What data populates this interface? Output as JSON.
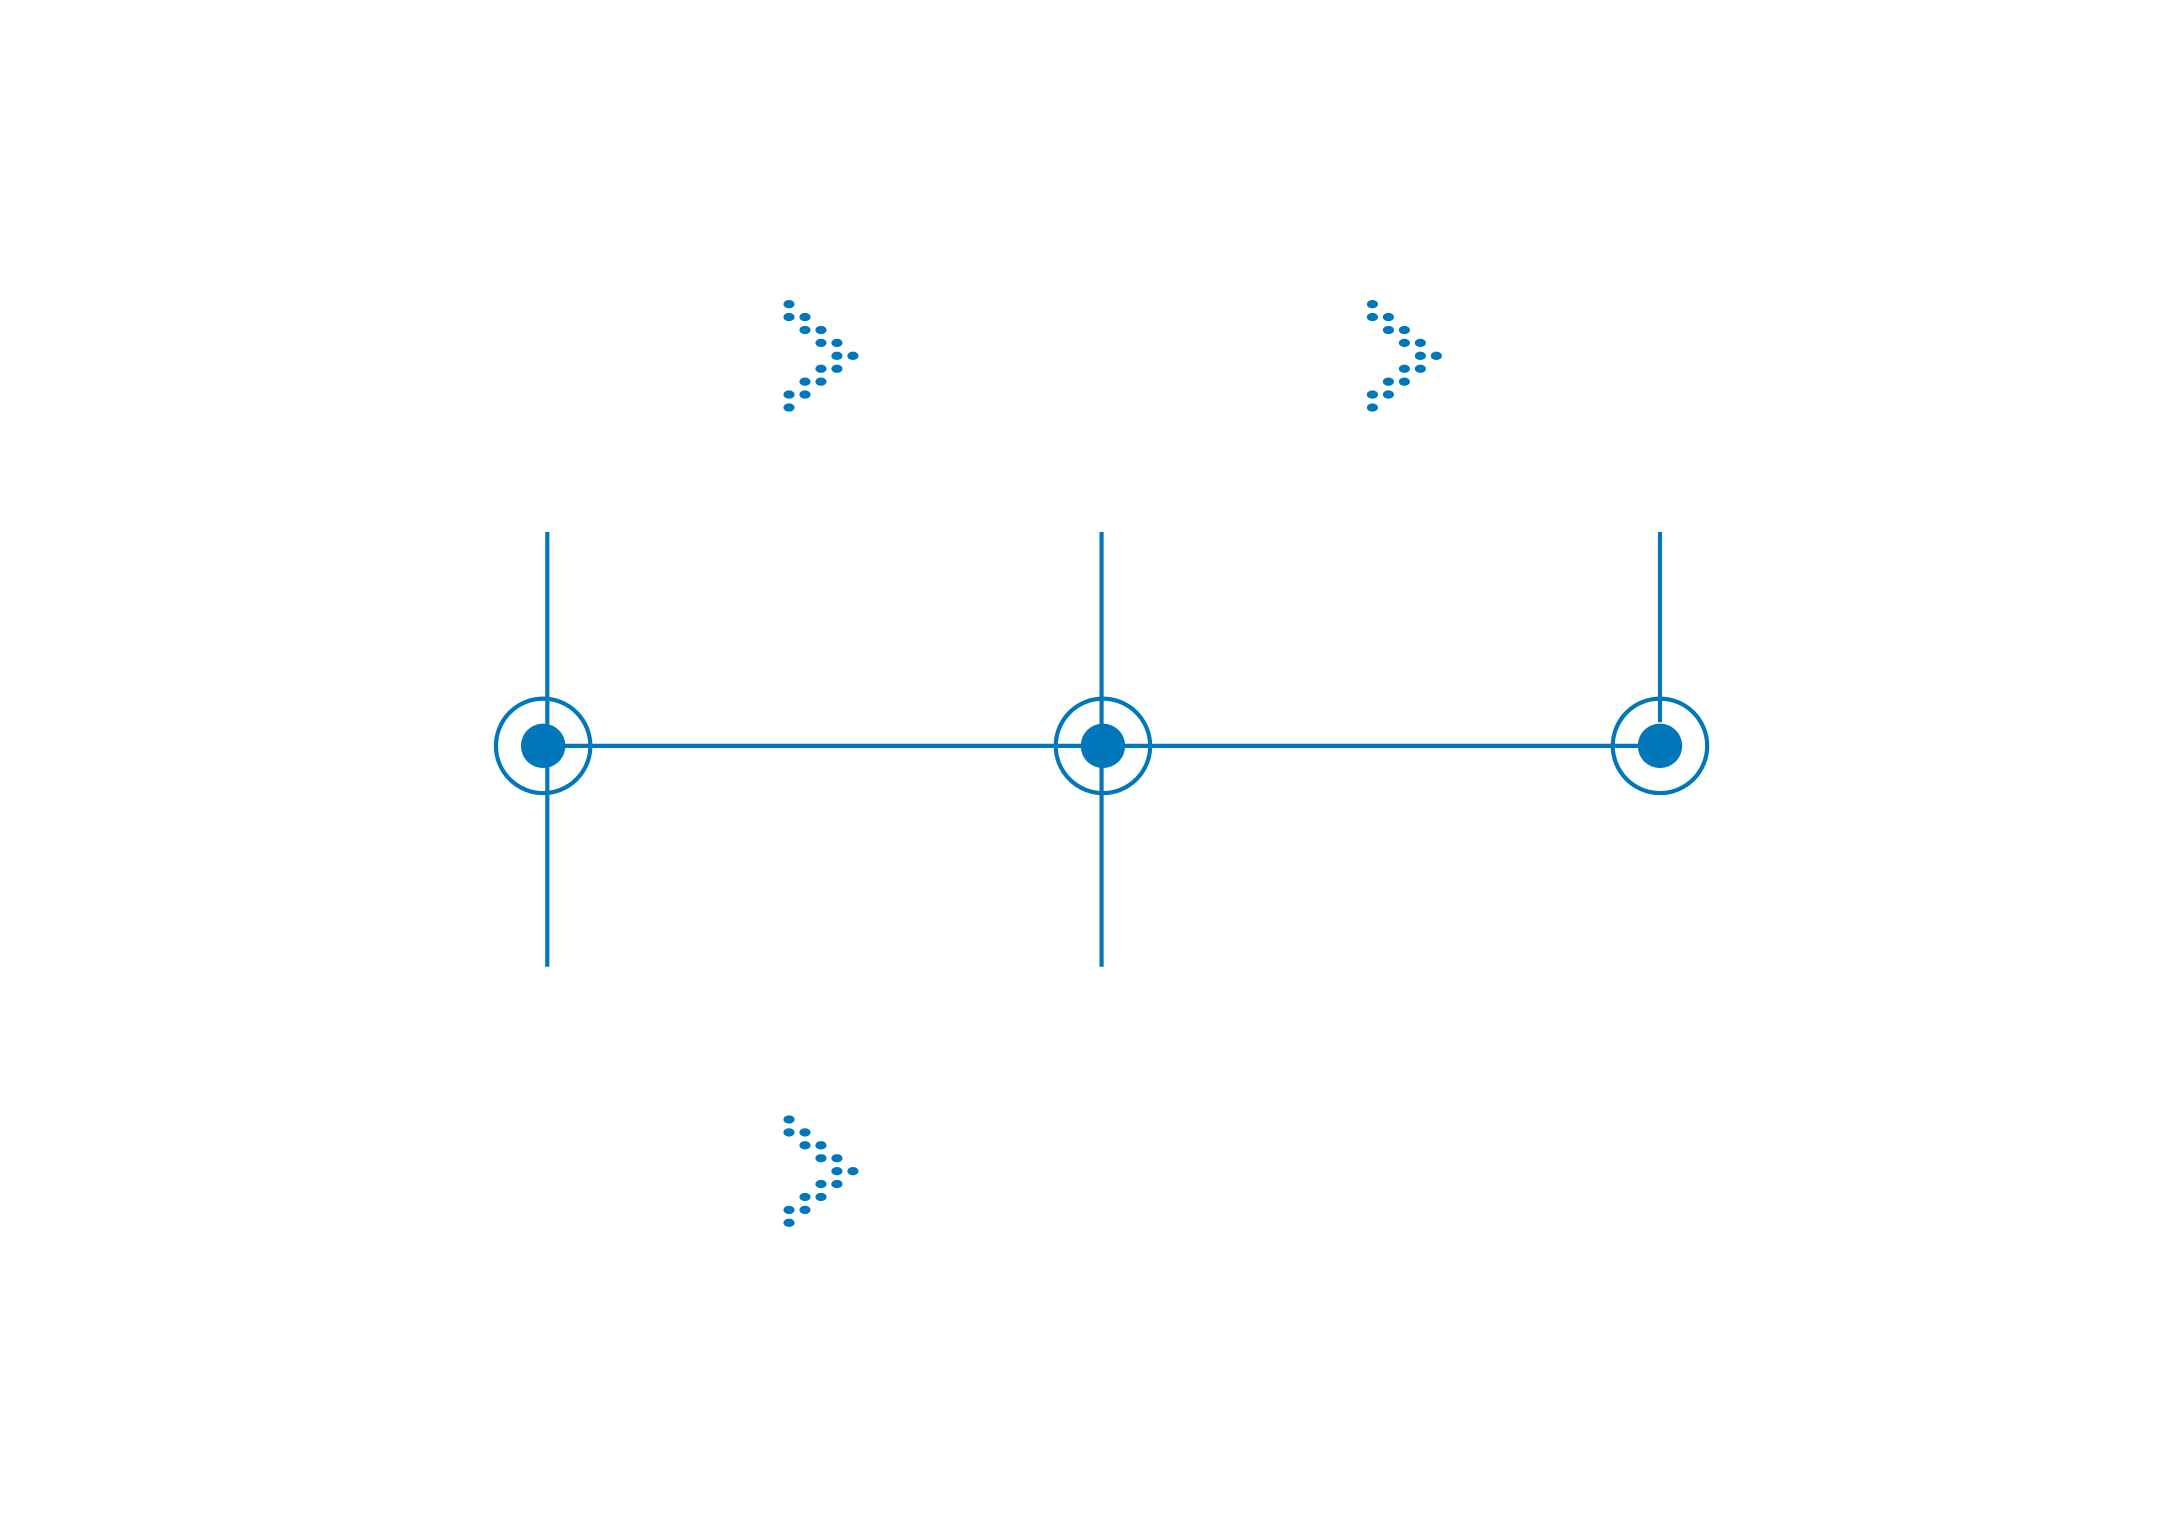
{
  "diagram": {
    "accent_color": "#0077BB",
    "background_color": "#FFFFFF",
    "nodes": [
      {
        "id": "node-1",
        "icon": "target-node-icon"
      },
      {
        "id": "node-2",
        "icon": "target-node-icon"
      },
      {
        "id": "node-3",
        "icon": "target-node-icon"
      }
    ],
    "arrows": [
      {
        "id": "arrow-top-left",
        "icon": "dotted-chevron-right-icon"
      },
      {
        "id": "arrow-top-right",
        "icon": "dotted-chevron-right-icon"
      },
      {
        "id": "arrow-bottom-left",
        "icon": "dotted-chevron-right-icon"
      }
    ]
  }
}
